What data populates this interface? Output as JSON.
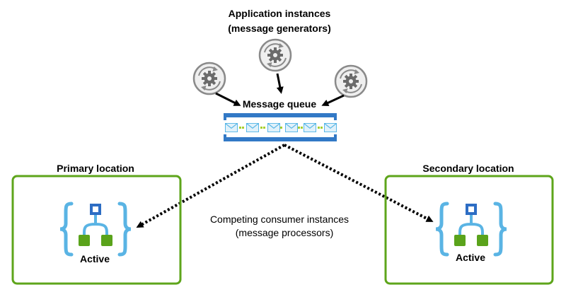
{
  "title_line1": "Application instances",
  "title_line2": "(message generators)",
  "queue_label": "Message queue",
  "primary": {
    "label": "Primary location",
    "status": "Active"
  },
  "secondary": {
    "label": "Secondary location",
    "status": "Active"
  },
  "consumers_line1": "Competing consumer instances",
  "consumers_line2": "(message processors)",
  "icons": {
    "generator": "gear-refresh-icon",
    "message": "envelope-icon",
    "workflow": "logic-app-icon"
  },
  "colors": {
    "location_border": "#5ea51b",
    "queue_blue": "#3279c6",
    "envelope_blue": "#51b4e6",
    "workflow_bracket": "#5ab4e4",
    "workflow_top": "#2d6dc4",
    "workflow_bottom": "#5aa31b",
    "gear_ring": "#878787",
    "arrow": "#000000"
  }
}
